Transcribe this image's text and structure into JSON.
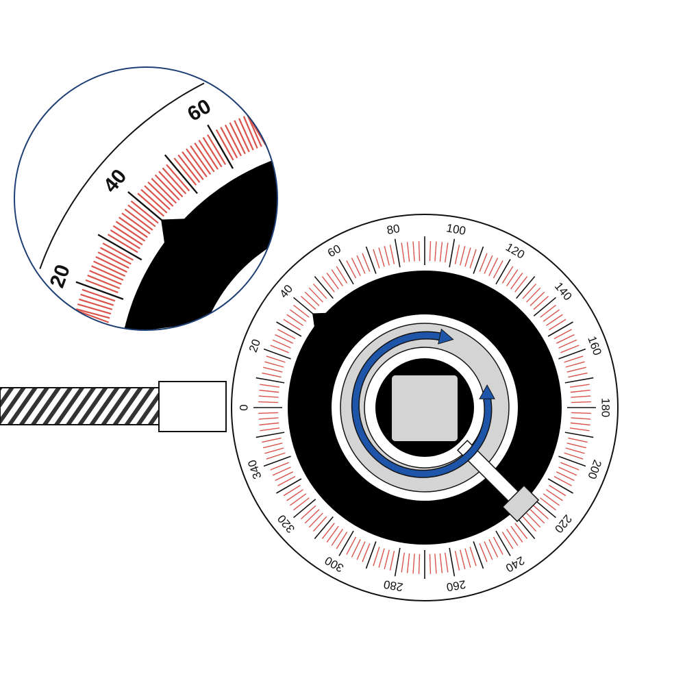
{
  "dial": {
    "labels": [
      "0",
      "20",
      "40",
      "60",
      "80",
      "100",
      "120",
      "140",
      "160",
      "180",
      "200",
      "220",
      "240",
      "260",
      "280",
      "300",
      "320",
      "340"
    ],
    "pointer_value": 40
  },
  "inset": {
    "labels": [
      "20",
      "40",
      "60"
    ]
  },
  "colors": {
    "minor_tick": "#d9534a",
    "major_tick": "#111111",
    "arrow": "#1f55a8",
    "inset_border": "#1d3f73",
    "grey": "#d4d4d4"
  }
}
